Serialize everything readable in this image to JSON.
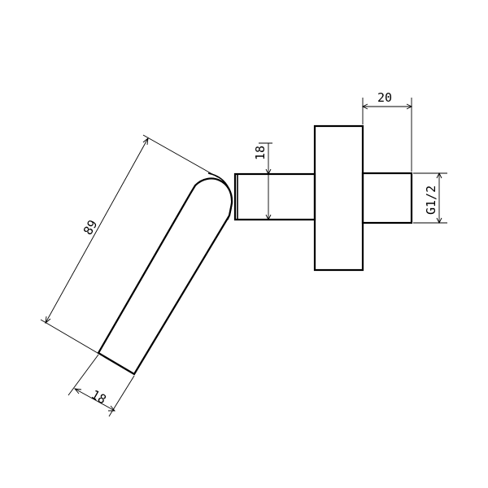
{
  "drawing": {
    "dimensions": {
      "flange_depth": "20",
      "pipe_diameter": "18",
      "thread": "G1/2",
      "arm_length": "89",
      "arm_width": "18"
    },
    "colors": {
      "line": "#000000",
      "background": "#ffffff"
    }
  }
}
